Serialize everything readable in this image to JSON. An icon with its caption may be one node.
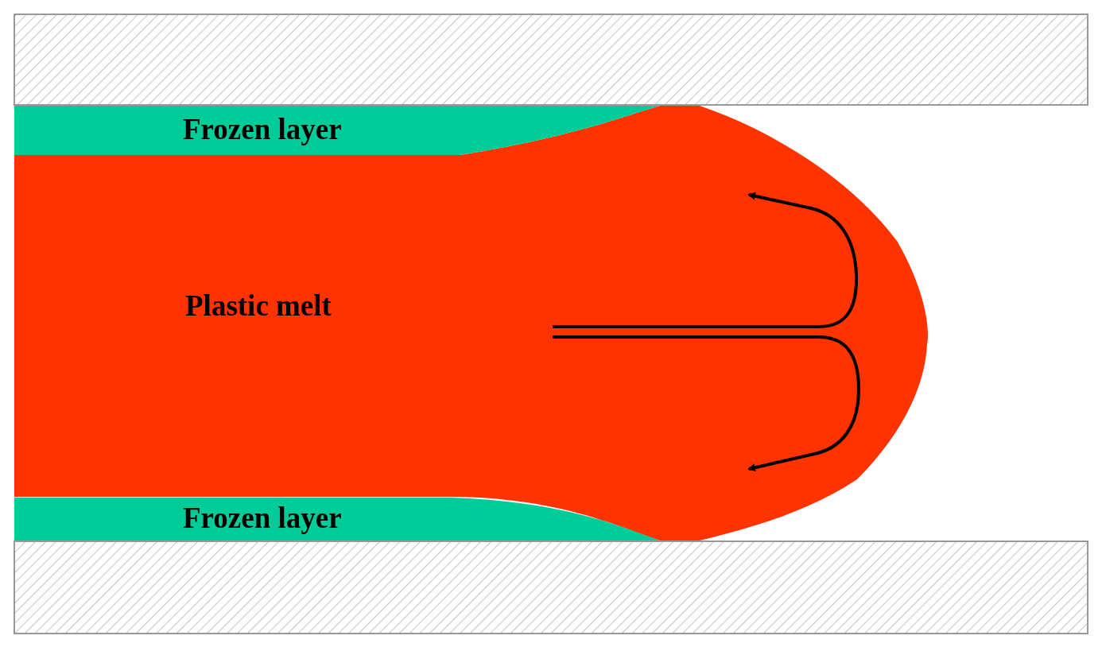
{
  "diagram": {
    "nodes": [
      {
        "text": [
          "Frozen layer"
        ]
      },
      {
        "text": [
          "Plastic melt"
        ]
      },
      {
        "text": [
          "Frozen layer"
        ]
      }
    ]
  }
}
